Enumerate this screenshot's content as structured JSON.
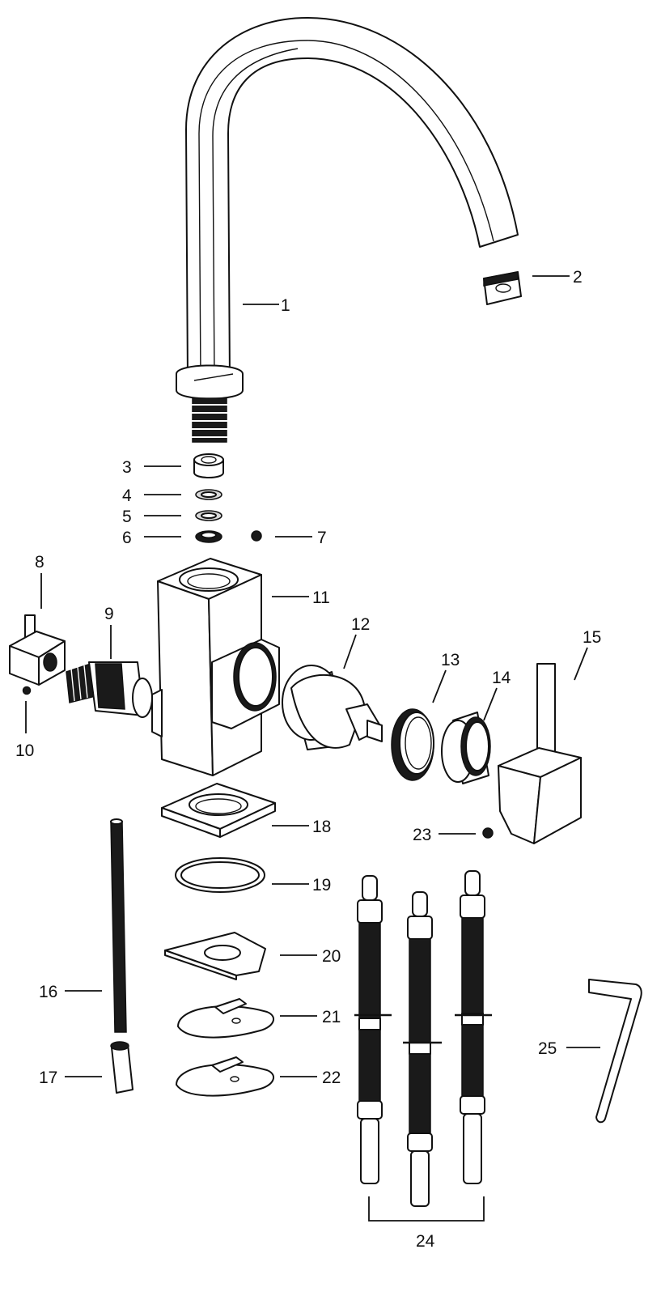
{
  "callouts": [
    {
      "id": "1",
      "part": "spout"
    },
    {
      "id": "2",
      "part": "aerator"
    },
    {
      "id": "3",
      "part": "bushing"
    },
    {
      "id": "4",
      "part": "o-ring"
    },
    {
      "id": "5",
      "part": "o-ring"
    },
    {
      "id": "6",
      "part": "ring"
    },
    {
      "id": "7",
      "part": "ball"
    },
    {
      "id": "8",
      "part": "cold-handle"
    },
    {
      "id": "9",
      "part": "valve-cartridge"
    },
    {
      "id": "10",
      "part": "set-screw"
    },
    {
      "id": "11",
      "part": "body"
    },
    {
      "id": "12",
      "part": "mixing-cartridge"
    },
    {
      "id": "13",
      "part": "cartridge-nut"
    },
    {
      "id": "14",
      "part": "cover-sleeve"
    },
    {
      "id": "15",
      "part": "lever-handle"
    },
    {
      "id": "16",
      "part": "threaded-rod"
    },
    {
      "id": "17",
      "part": "nut"
    },
    {
      "id": "18",
      "part": "base-plate"
    },
    {
      "id": "19",
      "part": "gasket"
    },
    {
      "id": "20",
      "part": "washer"
    },
    {
      "id": "21",
      "part": "clamp-plate"
    },
    {
      "id": "22",
      "part": "clamp-plate"
    },
    {
      "id": "23",
      "part": "set-screw"
    },
    {
      "id": "24",
      "part": "flex-hoses"
    },
    {
      "id": "25",
      "part": "hex-key"
    }
  ]
}
